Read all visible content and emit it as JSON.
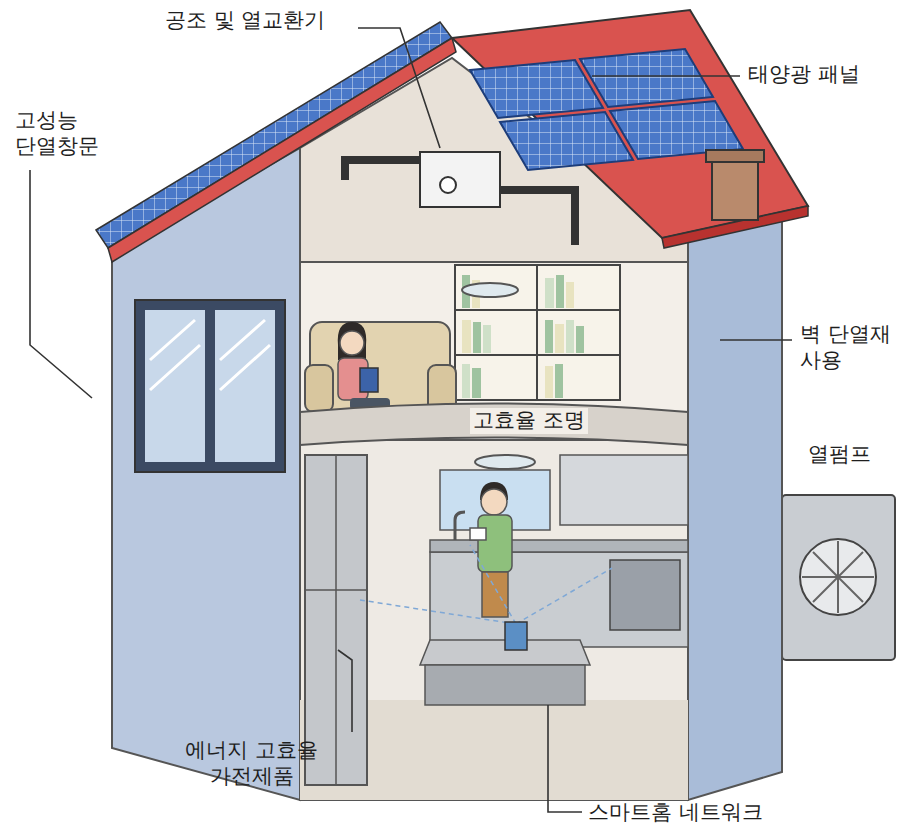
{
  "diagram": {
    "labels": [
      "공조 및 열교환기",
      "태양광 패널",
      "고성능 단열창문",
      "벽 단열재 사용",
      "고효율 조명",
      "열펌프",
      "에너지 고효율 가전제품",
      "스마트홈 네트워크"
    ]
  }
}
